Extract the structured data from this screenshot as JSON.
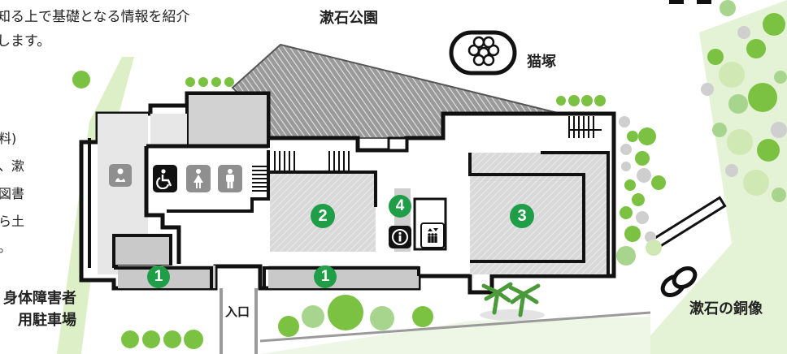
{
  "intro_lines": [
    "知る上で基礎となる情報を紹介",
    "します。"
  ],
  "left_cut_lines": [
    "料)",
    "、漱",
    "図書",
    "ら土",
    "。"
  ],
  "labels": {
    "soseki_park": "漱石公園",
    "cat_mound": "猫塚",
    "disabled_parking": [
      "身体障害者",
      "用駐車場"
    ],
    "entrance": "入口",
    "soseki_statue": "漱石の銅像"
  },
  "room_numbers": {
    "exhibit_1_left": "1",
    "exhibit_1_mid": "1",
    "exhibit_2": "2",
    "exhibit_3": "3",
    "info_4": "4"
  },
  "icons": {
    "nursing": "baby-care-icon",
    "wheelchair": "wheelchair-icon",
    "women": "women-restroom-icon",
    "men": "men-restroom-icon",
    "info": "information-icon",
    "elevator": "elevator-icon"
  },
  "colors": {
    "wall": "#111111",
    "room_number": "#1f9e47",
    "hatch": "#cfcfcf",
    "green": "#7cc242",
    "light_green": "#cfe8b4",
    "grey_tree": "#cccccc"
  }
}
